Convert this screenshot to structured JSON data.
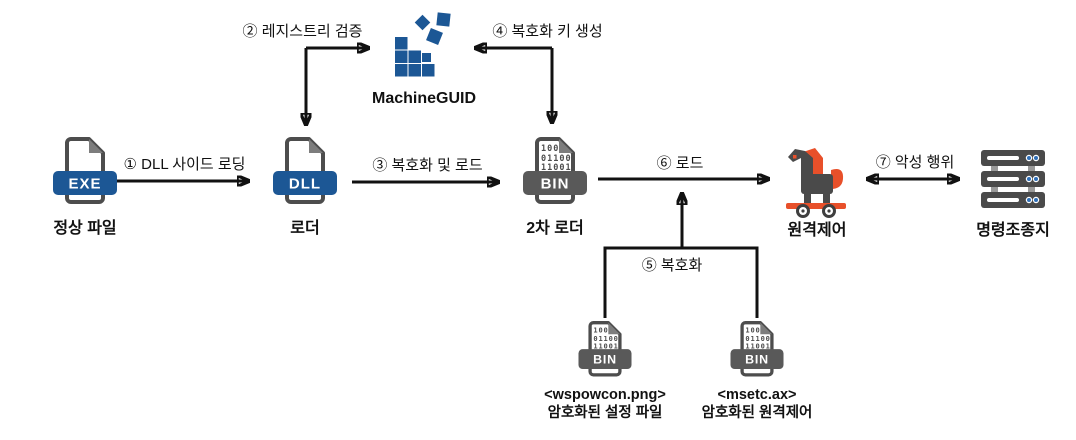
{
  "diagram": {
    "colors": {
      "accent_blue": "#1c5795",
      "icon_dark_gray": "#4a4a4a",
      "accent_orange": "#e8502a",
      "line_black": "#111111",
      "led_blue": "#2f6fb8"
    },
    "steps": {
      "s1": "① DLL 사이드 로딩",
      "s2": "② 레지스트리 검증",
      "s3": "③ 복호화 및 로드",
      "s4": "④ 복호화 키 생성",
      "s5": "⑤ 복호화",
      "s6": "⑥ 로드",
      "s7": "⑦ 악성 행위"
    },
    "bin_binary_lines": [
      "100",
      "01100",
      "11001"
    ],
    "nodes": {
      "exe": {
        "badge": "EXE",
        "label": "정상 파일"
      },
      "dll": {
        "badge": "DLL",
        "label": "로더"
      },
      "bin_loader": {
        "badge": "BIN",
        "label": "2차 로더"
      },
      "machineguid": {
        "label": "MachineGUID"
      },
      "trojan": {
        "label": "원격제어"
      },
      "c2": {
        "label": "명령조종지"
      },
      "config_file": {
        "badge": "BIN",
        "filename": "<wspowcon.png>",
        "label": "암호화된 설정 파일"
      },
      "rat_file": {
        "badge": "BIN",
        "filename": "<msetc.ax>",
        "label": "암호화된 원격제어"
      }
    }
  }
}
